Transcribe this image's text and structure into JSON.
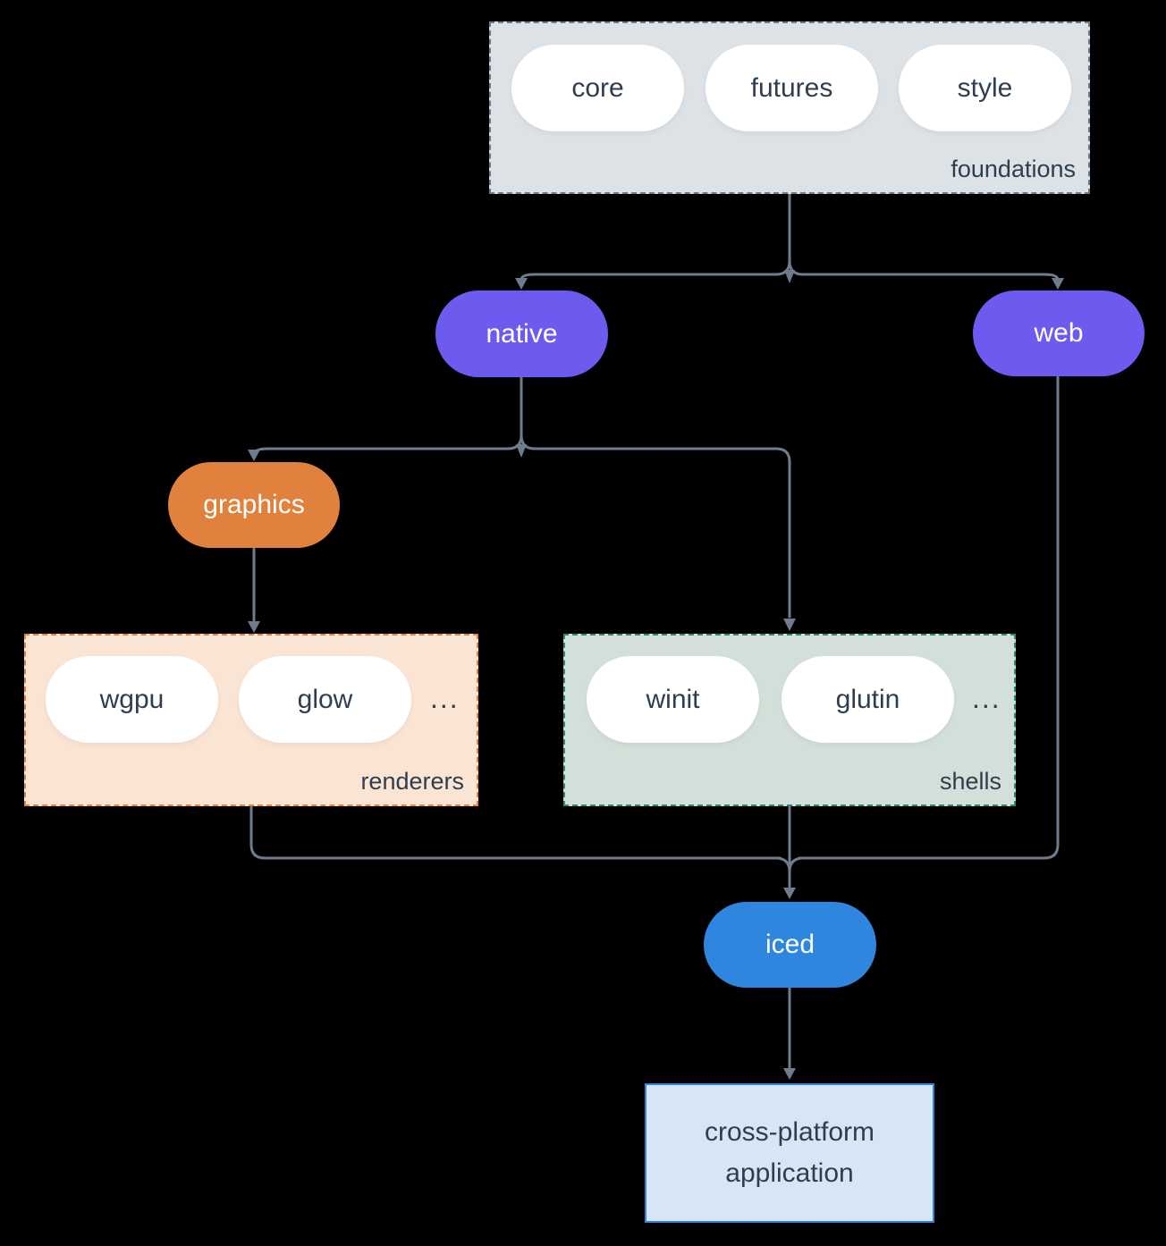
{
  "groups": {
    "foundations": {
      "label": "foundations",
      "pills": [
        "core",
        "futures",
        "style"
      ]
    },
    "renderers": {
      "label": "renderers",
      "pills": [
        "wgpu",
        "glow"
      ],
      "ellipsis": "..."
    },
    "shells": {
      "label": "shells",
      "pills": [
        "winit",
        "glutin"
      ],
      "ellipsis": "..."
    }
  },
  "nodes": {
    "native": {
      "label": "native"
    },
    "web": {
      "label": "web"
    },
    "graphics": {
      "label": "graphics"
    },
    "iced": {
      "label": "iced"
    },
    "application": {
      "label": "cross-platform application"
    }
  },
  "edges": [
    {
      "from": "foundations",
      "to": "native"
    },
    {
      "from": "foundations",
      "to": "web"
    },
    {
      "from": "native",
      "to": "graphics"
    },
    {
      "from": "native",
      "to": "shells"
    },
    {
      "from": "graphics",
      "to": "renderers"
    },
    {
      "from": "renderers",
      "to": "iced"
    },
    {
      "from": "shells",
      "to": "iced"
    },
    {
      "from": "web",
      "to": "iced"
    },
    {
      "from": "iced",
      "to": "application"
    }
  ],
  "colors": {
    "background": "#000000",
    "edge": "#6e7c8d",
    "text_dark": "#2f3e4e",
    "node_text": "#ffffff",
    "purple_node": "#6c5bee",
    "orange_node": "#e0813d",
    "blue_node": "#2e86de",
    "pill_fill": "#ffffff",
    "foundations_fill": "#dde2e7",
    "foundations_border": "#6b7b8d",
    "renderers_fill": "#fae5d5",
    "renderers_border": "#e8823a",
    "shells_fill": "#d3e0d9",
    "shells_border": "#2a8a72",
    "application_fill": "#d6e6f7",
    "application_border": "#3585dd"
  }
}
